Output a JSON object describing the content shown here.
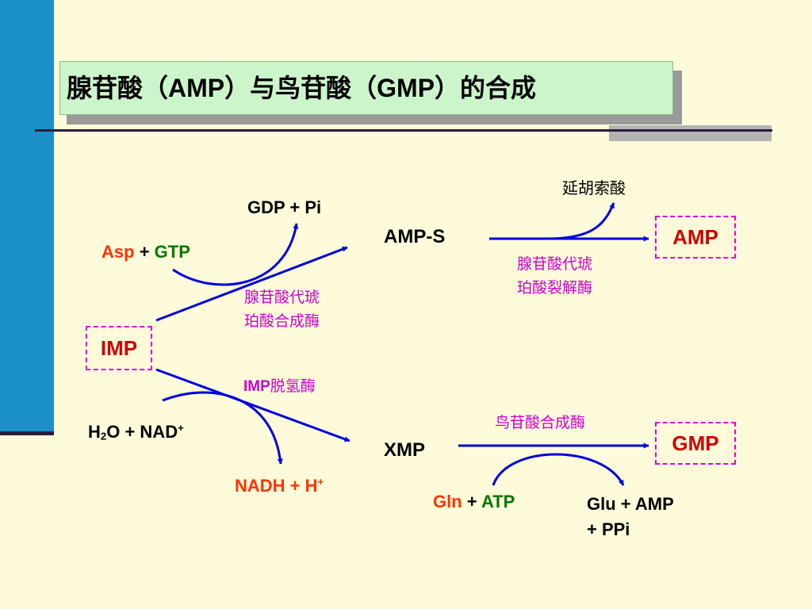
{
  "title": {
    "part1": "腺苷酸（",
    "amp": "AMP",
    "part2": "）与鸟苷酸（",
    "gmp": "GMP",
    "part3": "）的合成"
  },
  "nodes": {
    "imp": "IMP",
    "amp_s": "AMP-S",
    "amp": "AMP",
    "xmp": "XMP",
    "gmp": "GMP"
  },
  "reagents": {
    "asp": "Asp",
    "plus": "+",
    "gtp": "GTP",
    "gdp_pi": "GDP + Pi",
    "fumarate": "延胡索酸",
    "h2o_h": "H",
    "h2o_sub": "2",
    "h2o_rest": "O + NAD",
    "nad_sup": "+",
    "nadh": "NADH + H",
    "nadh_sup": "+",
    "gln": "Gln",
    "atp": "ATP",
    "glu_line1": "Glu + AMP",
    "glu_line2": "+ PPi"
  },
  "enzymes": {
    "adenylosuccinate_synthetase_l1": "腺苷酸代琥",
    "adenylosuccinate_synthetase_l2": "珀酸合成酶",
    "adenylosuccinate_lyase_l1": "腺苷酸代琥",
    "adenylosuccinate_lyase_l2": "珀酸裂解酶",
    "imp_dh_prefix": "IMP",
    "imp_dh_suffix": "脱氢酶",
    "gmp_synthetase": "鸟苷酸合成酶"
  },
  "colors": {
    "arrow": "#0000dd",
    "enzyme_text": "#cc00cc",
    "product_red": "#ff3300",
    "cofactor_green": "#007700",
    "box_border": "#dd00dd",
    "box_text": "#cc0000",
    "accent_bar": "#1b90c8",
    "title_bg": "#ccf5cc",
    "background": "#fdfbd9"
  }
}
